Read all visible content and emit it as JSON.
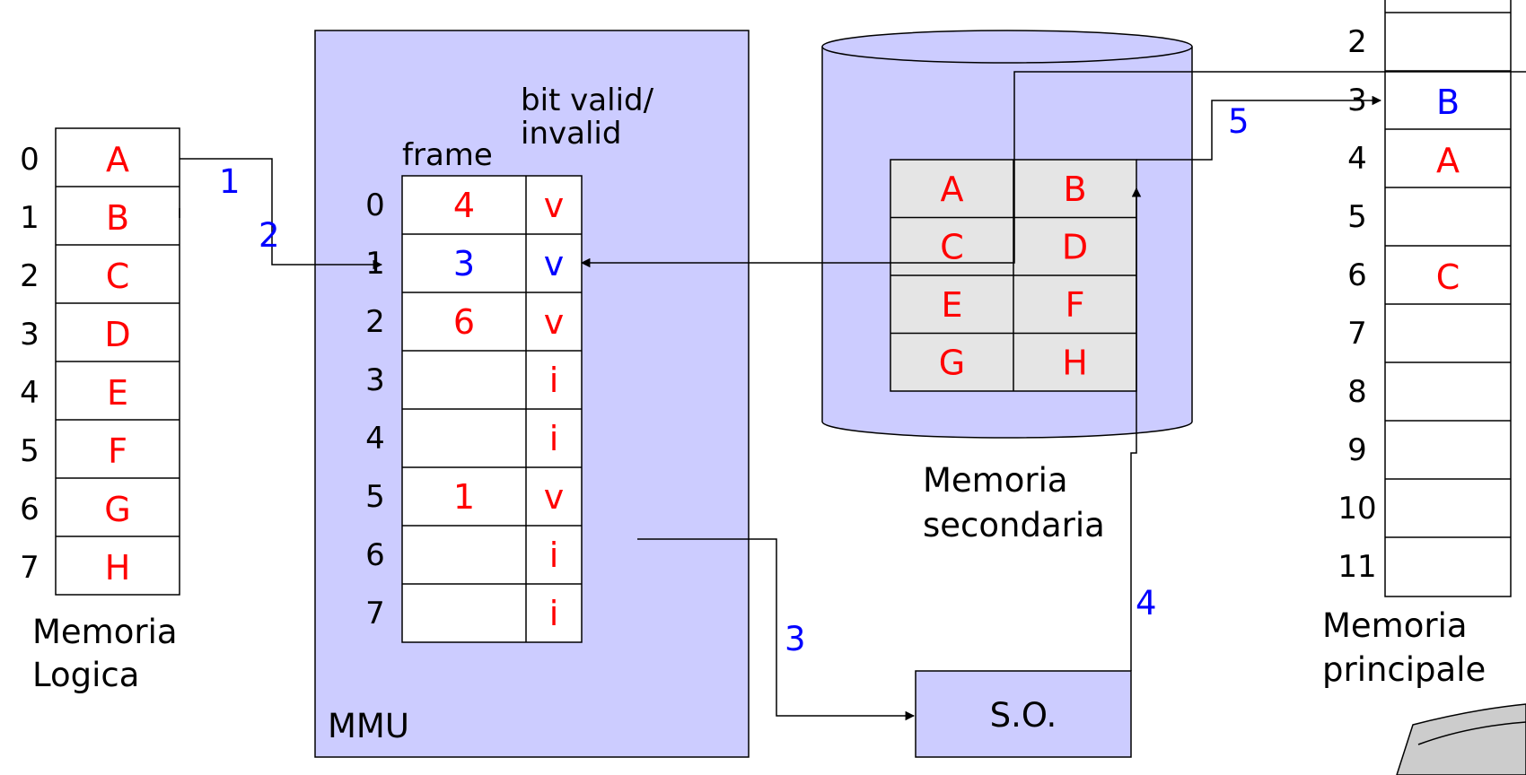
{
  "colors": {
    "red": "#ff0000",
    "blue": "#0000ff",
    "black": "#000000",
    "panel": "#ccccff",
    "cell_grey": "#e5e5e5"
  },
  "logical_memory": {
    "indices": [
      "0",
      "1",
      "2",
      "3",
      "4",
      "5",
      "6",
      "7"
    ],
    "pages": [
      "A",
      "B",
      "C",
      "D",
      "E",
      "F",
      "G",
      "H"
    ],
    "label_line1": "Memoria",
    "label_line2": "Logica"
  },
  "mmu": {
    "label": "MMU",
    "frame_header": "frame",
    "bit_header_line1": "bit valid/",
    "bit_header_line2": "invalid",
    "rows": [
      {
        "index": "0",
        "frame": "4",
        "bit": "v"
      },
      {
        "index": "1",
        "frame": "3",
        "bit": "v"
      },
      {
        "index": "2",
        "frame": "6",
        "bit": "v"
      },
      {
        "index": "3",
        "frame": "",
        "bit": "i"
      },
      {
        "index": "4",
        "frame": "",
        "bit": "i"
      },
      {
        "index": "5",
        "frame": "1",
        "bit": "v"
      },
      {
        "index": "6",
        "frame": "",
        "bit": "i"
      },
      {
        "index": "7",
        "frame": "",
        "bit": "i"
      }
    ]
  },
  "secondary_memory": {
    "cells": [
      [
        "A",
        "B"
      ],
      [
        "C",
        "D"
      ],
      [
        "E",
        "F"
      ],
      [
        "G",
        "H"
      ]
    ],
    "label_line1": "Memoria",
    "label_line2": "secondaria"
  },
  "os_box": {
    "label": "S.O."
  },
  "main_memory": {
    "rows": [
      {
        "index": "2",
        "content": ""
      },
      {
        "index": "3",
        "content": "B"
      },
      {
        "index": "4",
        "content": "A"
      },
      {
        "index": "5",
        "content": ""
      },
      {
        "index": "6",
        "content": "C"
      },
      {
        "index": "7",
        "content": ""
      },
      {
        "index": "8",
        "content": ""
      },
      {
        "index": "9",
        "content": ""
      },
      {
        "index": "10",
        "content": ""
      },
      {
        "index": "11",
        "content": ""
      }
    ],
    "label_line1": "Memoria",
    "label_line2": "principale"
  },
  "step_labels": [
    "1",
    "2",
    "3",
    "4",
    "5"
  ]
}
